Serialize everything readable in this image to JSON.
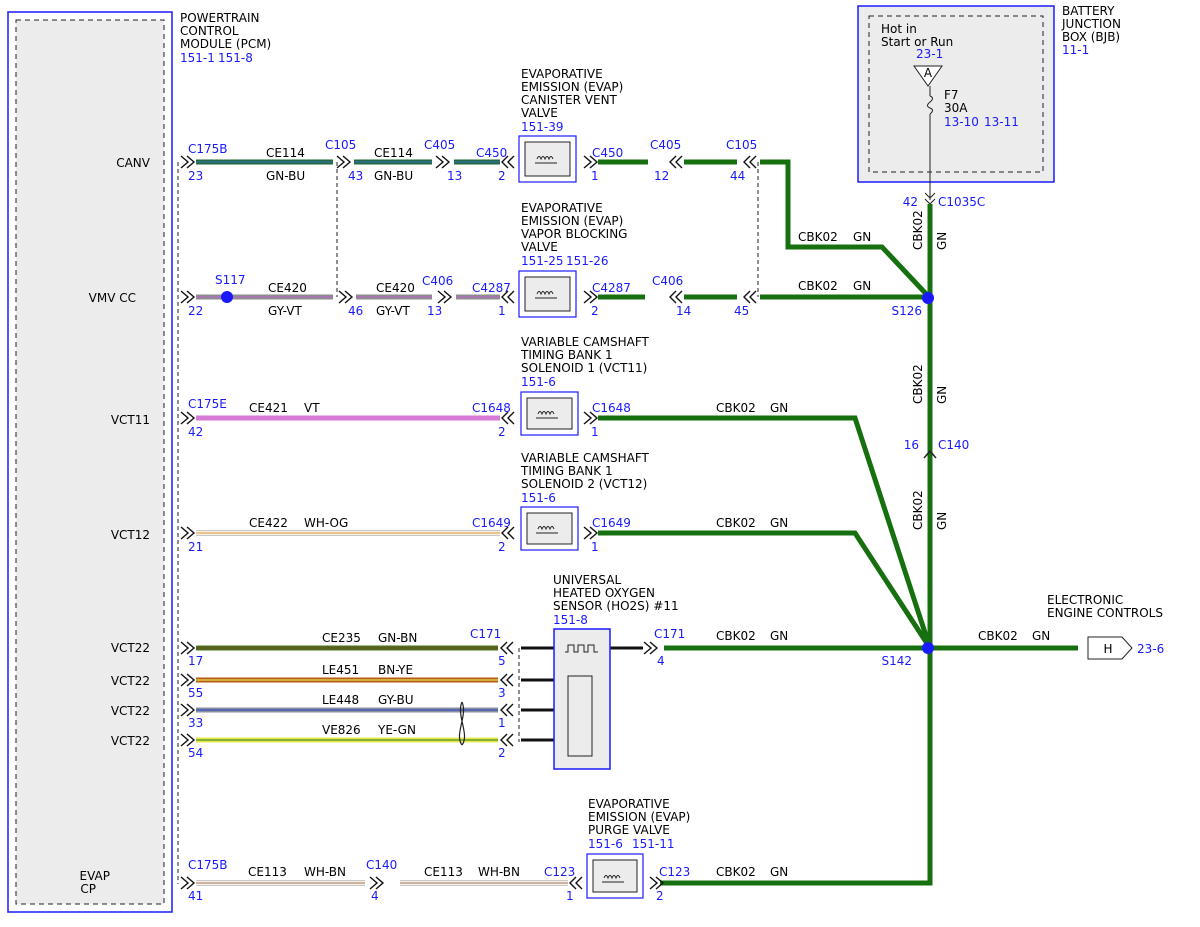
{
  "colors": {
    "ground": "#16700f",
    "blue": "#1a1aff",
    "gn_bu_main": "#1f6a3a",
    "gn_bu_stripe": "#3a6fb0",
    "gy_vt_main": "#8c8c8c",
    "gy_vt_stripe": "#b36cc4",
    "vt": "#d77ad6",
    "wh_og_stripe": "#e7a75a",
    "gn_bn_main": "#4f6f1e",
    "bn_ye_main": "#b45b1a",
    "bn_ye_stripe": "#e9e24a",
    "gy_bu_main": "#8a8fa0",
    "gy_bu_stripe": "#3a4fbf",
    "ye_gn_main": "#e6e74a",
    "ye_gn_stripe": "#4a8f2a",
    "wh_bn_stripe": "#b88c7a"
  },
  "pcm": {
    "title_lines": [
      "POWERTRAIN",
      "CONTROL",
      "MODULE (PCM)"
    ],
    "refs": [
      "151-1",
      "151-8"
    ],
    "pins": {
      "canv": "CANV",
      "vmvcc": "VMV CC",
      "vct11": "VCT11",
      "vct12": "VCT12",
      "vct22_a": "VCT22",
      "vct22_b": "VCT22",
      "vct22_c": "VCT22",
      "vct22_d": "VCT22",
      "evap1": "EVAP",
      "evap2": "CP"
    }
  },
  "bjb": {
    "title_lines": [
      "BATTERY",
      "JUNCTION",
      "BOX (BJB)"
    ],
    "ref": "11-1",
    "hot_lines": [
      "Hot in",
      "Start or Run"
    ],
    "hot_ref": "23-1",
    "bus_letter": "A",
    "fuse_name": "F7",
    "fuse_rating": "30A",
    "fuse_refs": [
      "13-10",
      "13-11"
    ]
  },
  "components": {
    "canister": {
      "lines": [
        "EVAPORATIVE",
        "EMISSION (EVAP)",
        "CANISTER VENT",
        "VALVE"
      ],
      "refs": [
        "151-39"
      ]
    },
    "vapor": {
      "lines": [
        "EVAPORATIVE",
        "EMISSION (EVAP)",
        "VAPOR BLOCKING",
        "VALVE"
      ],
      "refs": [
        "151-25",
        "151-26"
      ]
    },
    "vct11": {
      "lines": [
        "VARIABLE CAMSHAFT",
        "TIMING BANK 1",
        "SOLENOID 1 (VCT11)"
      ],
      "refs": [
        "151-6"
      ]
    },
    "vct12": {
      "lines": [
        "VARIABLE CAMSHAFT",
        "TIMING BANK 1",
        "SOLENOID 2 (VCT12)"
      ],
      "refs": [
        "151-6"
      ]
    },
    "ho2s": {
      "lines": [
        "UNIVERSAL",
        "HEATED OXYGEN",
        "SENSOR (HO2S) #11"
      ],
      "refs": [
        "151-8"
      ]
    },
    "purge": {
      "lines": [
        "EVAPORATIVE",
        "EMISSION (EVAP)",
        "PURGE VALVE"
      ],
      "refs": [
        "151-6",
        "151-11"
      ]
    }
  },
  "eec": {
    "lines": [
      "ELECTRONIC",
      "ENGINE CONTROLS"
    ],
    "letter": "H",
    "ref": "23-6"
  },
  "row_canv": {
    "c175b": "C175B",
    "pin23": "23",
    "ce114a": "CE114",
    "gnbu_a": "GN-BU",
    "c105": "C105",
    "pin43": "43",
    "ce114b": "CE114",
    "gnbu_b": "GN-BU",
    "c405": "C405",
    "pin13": "13",
    "c450": "C450",
    "pin2": "2",
    "c450r": "C450",
    "pin1": "1",
    "c405r": "C405",
    "pin12": "12",
    "c105r": "C105",
    "pin44": "44"
  },
  "row_vmv": {
    "s117": "S117",
    "pin22": "22",
    "ce420a": "CE420",
    "gyvt_a": "GY-VT",
    "pin46": "46",
    "ce420b": "CE420",
    "gyvt_b": "GY-VT",
    "c406": "C406",
    "pin13": "13",
    "c4287": "C4287",
    "pin1": "1",
    "c4287r": "C4287",
    "pin2": "2",
    "c406r": "C406",
    "pin14": "14",
    "pin45": "45",
    "cbk02": "CBK02",
    "gn": "GN"
  },
  "upper_ground": {
    "cbk02": "CBK02",
    "gn": "GN"
  },
  "row_vct11": {
    "c175e": "C175E",
    "pin42": "42",
    "ce421": "CE421",
    "vt": "VT",
    "c1648": "C1648",
    "pin2": "2",
    "c1648r": "C1648",
    "pin1": "1",
    "cbk02": "CBK02",
    "gn": "GN"
  },
  "row_vct12": {
    "pin21": "21",
    "ce422": "CE422",
    "whog": "WH-OG",
    "c1649": "C1649",
    "pin2": "2",
    "c1649r": "C1649",
    "pin1": "1",
    "cbk02": "CBK02",
    "gn": "GN"
  },
  "row_ho2s": {
    "pin17": "17",
    "ce235": "CE235",
    "gnbn": "GN-BN",
    "c171": "C171",
    "pin5": "5",
    "pin55": "55",
    "le451": "LE451",
    "bnye": "BN-YE",
    "pin3": "3",
    "pin33": "33",
    "le448": "LE448",
    "gybu": "GY-BU",
    "pin1": "1",
    "pin54": "54",
    "ve826": "VE826",
    "yegn": "YE-GN",
    "pin2": "2",
    "c171r": "C171",
    "pin4": "4",
    "cbk02": "CBK02",
    "gn": "GN",
    "cbk02_eec": "CBK02",
    "gn_eec": "GN"
  },
  "row_evap": {
    "c175b": "C175B",
    "pin41": "41",
    "ce113a": "CE113",
    "whbn_a": "WH-BN",
    "c140": "C140",
    "pin4": "4",
    "ce113b": "CE113",
    "whbn_b": "WH-BN",
    "c123": "C123",
    "pin1": "1",
    "c123r": "C123",
    "pin2": "2",
    "cbk02": "CBK02",
    "gn": "GN"
  },
  "vertical": {
    "pin42": "42",
    "c1035c": "C1035C",
    "cbk02_a": "CBK02",
    "gn_a": "GN",
    "s126": "S126",
    "cbk02_b": "CBK02",
    "gn_b": "GN",
    "pin16": "16",
    "c140": "C140",
    "cbk02_c": "CBK02",
    "gn_c": "GN",
    "s142": "S142"
  }
}
